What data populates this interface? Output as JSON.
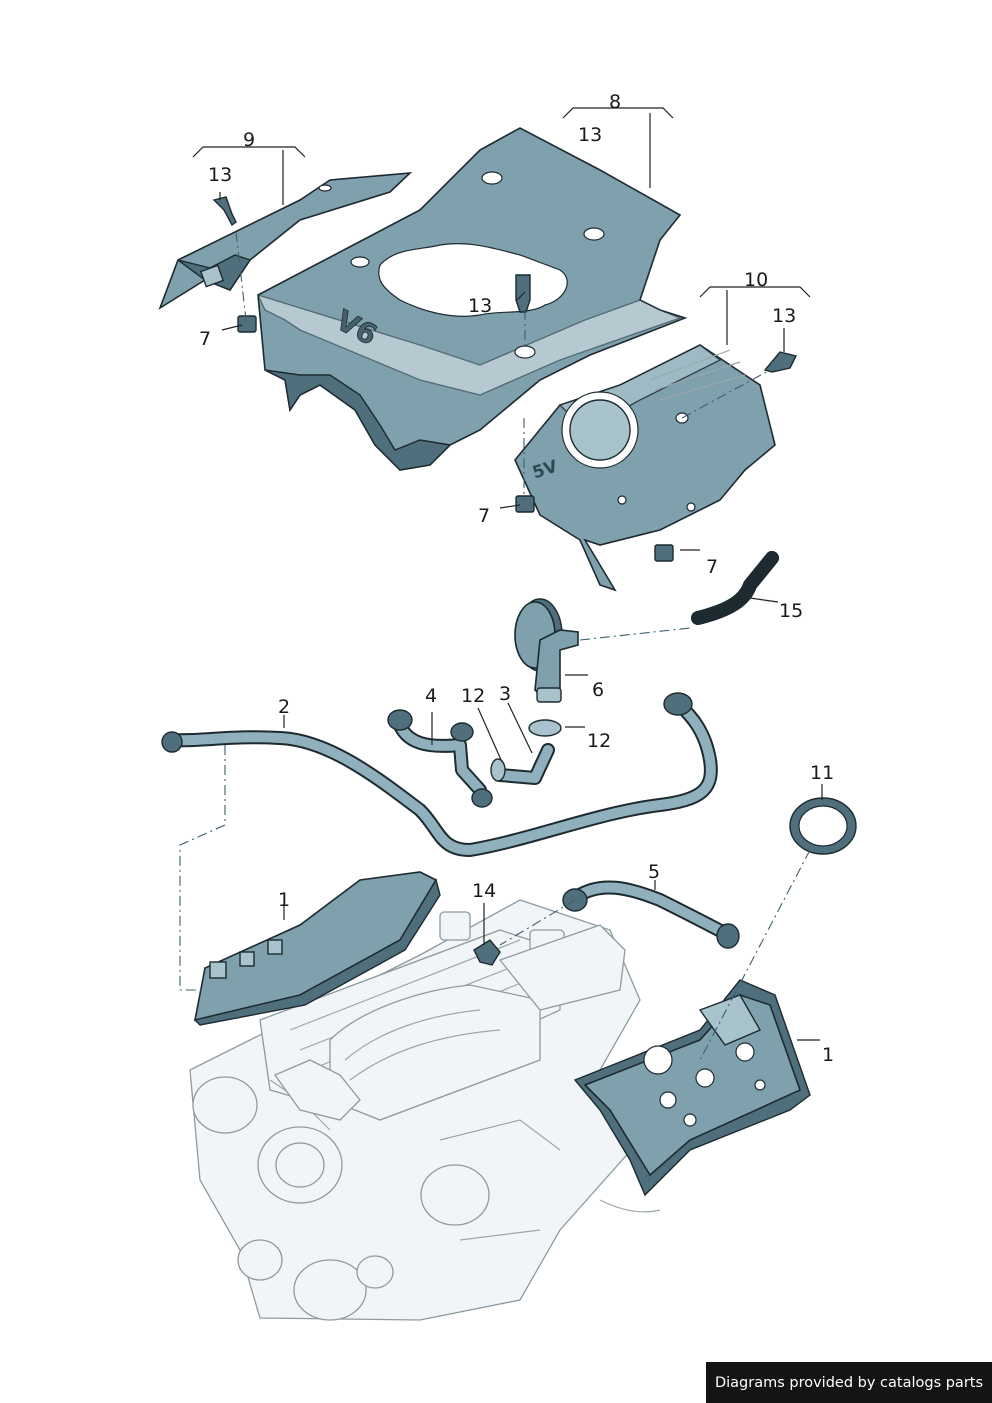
{
  "callouts": {
    "c8": "8",
    "c13_top": "13",
    "c9": "9",
    "c13_left": "13",
    "c13_mid": "13",
    "c7_left": "7",
    "c10": "10",
    "c13_right": "13",
    "c7_mid": "7",
    "c7_right": "7",
    "c15": "15",
    "c6": "6",
    "c4": "4",
    "c12_a": "12",
    "c3": "3",
    "c12_b": "12",
    "c2": "2",
    "c11": "11",
    "c5": "5",
    "c14": "14",
    "c1_left": "1",
    "c1_right": "1"
  },
  "cover_marking": {
    "large": "V6",
    "small": "5V"
  },
  "footer": {
    "credit": "Diagrams provided by catalogs parts"
  },
  "colors": {
    "part_fill": "#7fa0ad",
    "part_dark": "#4f6f7c",
    "engine_fill": "#f2f5f7",
    "badge_bg": "#141414"
  }
}
